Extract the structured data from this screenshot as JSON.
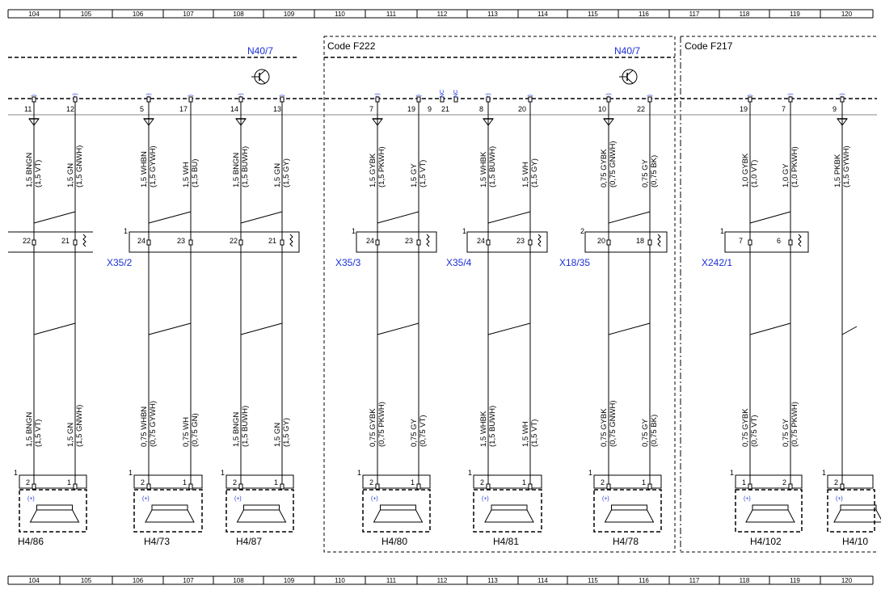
{
  "ruler": [
    "104",
    "105",
    "106",
    "107",
    "108",
    "109",
    "110",
    "111",
    "112",
    "113",
    "114",
    "115",
    "116",
    "117",
    "118",
    "119",
    "120"
  ],
  "code_labels": [
    "Code F222",
    "Code F217"
  ],
  "module_labels": [
    "N40/7",
    "N40/7"
  ],
  "pin_symbols": {
    "minus": "(-)",
    "plus": "(+)",
    "nc": "NC"
  },
  "top_pins": [
    {
      "num": "11",
      "sym": "minus"
    },
    {
      "num": "12",
      "sym": "plus"
    },
    {
      "num": "5",
      "sym": "plus"
    },
    {
      "num": "17",
      "sym": "minus"
    },
    {
      "num": "14",
      "sym": "plus"
    },
    {
      "num": "13",
      "sym": "minus"
    },
    {
      "num": "7",
      "sym": "plus"
    },
    {
      "num": "19",
      "sym": "minus"
    },
    {
      "num": "8",
      "sym": "plus"
    },
    {
      "num": "20",
      "sym": "minus"
    },
    {
      "num": "10",
      "sym": "plus"
    },
    {
      "num": "22",
      "sym": "minus"
    },
    {
      "num": "19",
      "sym": "minus"
    },
    {
      "num": "7",
      "sym": "plus"
    },
    {
      "num": "9",
      "sym": "plus"
    }
  ],
  "nc_pins": [
    "9",
    "21"
  ],
  "upper_wires": [
    [
      "1,5 BNGN",
      "(1,5 VT)"
    ],
    [
      "1,5 GN",
      "(1,5 GNWH)"
    ],
    [
      "1,5 WHBN",
      "(1,5 GYWH)"
    ],
    [
      "1,5 WH",
      "(1,5 BU)"
    ],
    [
      "1,5 BNGN",
      "(1,5 BUWH)"
    ],
    [
      "1,5 GN",
      "(1,5 GY)"
    ],
    [
      "1,5 GYBK",
      "(1,5 PKWH)"
    ],
    [
      "1,5 GY",
      "(1,5 VT)"
    ],
    [
      "1,5 WHBK",
      "(1,5 BUWH)"
    ],
    [
      "1,5 WH",
      "(1,5 GY)"
    ],
    [
      "0,75 GYBK",
      "(0,75 GNWH)"
    ],
    [
      "0,75 GY",
      "(0,75 BK)"
    ],
    [
      "1,0 GYBK",
      "(1,0 VT)"
    ],
    [
      "1,0 GY",
      "(1,0 PKWH)"
    ],
    [
      "1,5 PKBK",
      "(1,5 GYWH)"
    ]
  ],
  "lower_wires": [
    [
      "1,5 BNGN",
      "(1,5 VT)"
    ],
    [
      "1,5 GN",
      "(1,5 GNWH)"
    ],
    [
      "0,75 WHBN",
      "(0,75 GYWH)"
    ],
    [
      "0,75 WH",
      "(0,75 GN)"
    ],
    [
      "1,5 BNGN",
      "(1,5 BUWH)"
    ],
    [
      "1,5 GN",
      "(1,5 GY)"
    ],
    [
      "0,75 GYBK",
      "(0,75 PKWH)"
    ],
    [
      "0,75 GY",
      "(0,75 VT)"
    ],
    [
      "1,5 WHBK",
      "(1,5 BUWH)"
    ],
    [
      "1,5 WH",
      "(1,5 VT)"
    ],
    [
      "0,75 GYBK",
      "(0,75 GNWH)"
    ],
    [
      "0,75 GY",
      "(0,75 BK)"
    ],
    [
      "0,75 GYBK",
      "(0,75 VT)"
    ],
    [
      "0,75 GY",
      "(0,75 PKWH)"
    ]
  ],
  "connectors": [
    {
      "label": "",
      "first": "",
      "pins": [
        "22",
        "21"
      ]
    },
    {
      "label": "X35/2",
      "first": "1",
      "pins": [
        "24",
        "23",
        "22",
        "21"
      ]
    },
    {
      "label": "X35/3",
      "first": "1",
      "pins": [
        "24",
        "23"
      ]
    },
    {
      "label": "X35/4",
      "first": "1",
      "pins": [
        "24",
        "23"
      ]
    },
    {
      "label": "X18/35",
      "first": "2",
      "pins": [
        "20",
        "18"
      ]
    },
    {
      "label": "X242/1",
      "first": "1",
      "pins": [
        "7",
        "6"
      ]
    }
  ],
  "speakers": [
    {
      "label": "H4/86",
      "first": "1",
      "pins": [
        "2",
        "1"
      ]
    },
    {
      "label": "H4/73",
      "first": "1",
      "pins": [
        "2",
        "1"
      ]
    },
    {
      "label": "H4/87",
      "first": "1",
      "pins": [
        "2",
        "1"
      ]
    },
    {
      "label": "H4/80",
      "first": "1",
      "pins": [
        "2",
        "1"
      ]
    },
    {
      "label": "H4/81",
      "first": "1",
      "pins": [
        "2",
        "1"
      ]
    },
    {
      "label": "H4/78",
      "first": "1",
      "pins": [
        "2",
        "1"
      ]
    },
    {
      "label": "H4/102",
      "first": "1",
      "pins": [
        "1",
        "2"
      ]
    },
    {
      "label": "H4/10",
      "first": "1",
      "pins": [
        "2"
      ]
    }
  ],
  "colors": {
    "accent": "#1a2fd6",
    "line": "#000000"
  }
}
